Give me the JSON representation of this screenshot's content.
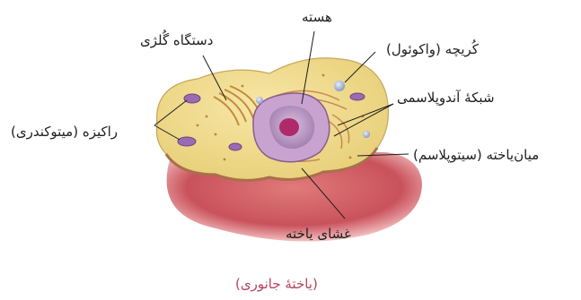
{
  "labels": {
    "nucleus": "هسته",
    "golgi": "دستگاه گُلژی",
    "vacuole": "کُریچه (واکوئول)",
    "er": "شبکهٔ آندوپلاسمی",
    "mitochondria": "راکیزه (میتوکندری)",
    "cytoplasm": "میان‌یاخته (سیتوپلاسم)",
    "membrane": "غشای یاخته"
  },
  "caption": "(یاختهٔ جانوری)",
  "colors": {
    "cytoplasm": "#f2dc8c",
    "membrane_base": "#d25a62",
    "nucleus": "#b896c2",
    "nucleolus": "#b02a6a",
    "caption": "#b8425c",
    "leader": "#1e1e1e"
  }
}
